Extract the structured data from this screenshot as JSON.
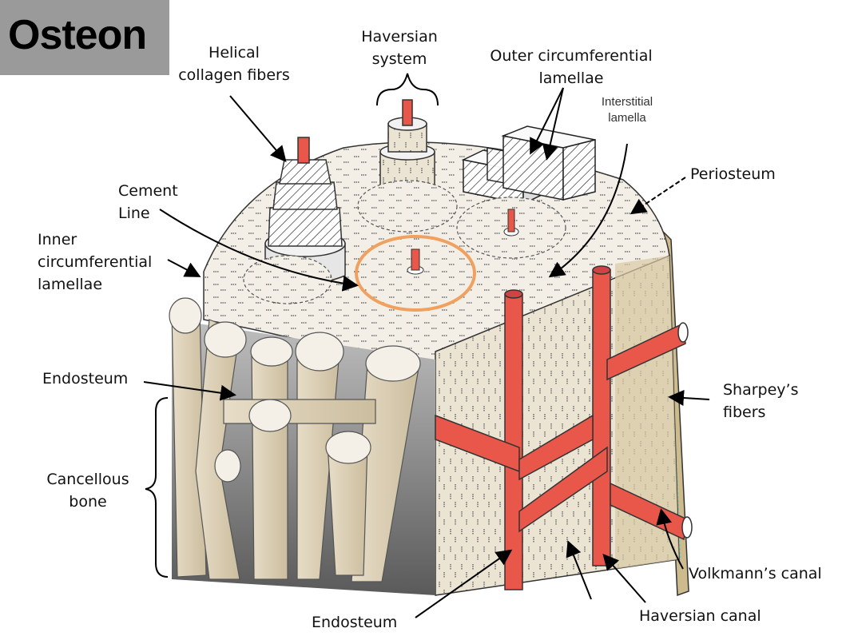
{
  "title": "Osteon",
  "labels": {
    "helical": "Helical\ncollagen fibers",
    "haversian_system": "Haversian\nsystem",
    "outer_circ": "Outer circumferential\nlamellae",
    "interstitial": "Interstitial\nlamella",
    "periosteum": "Periosteum",
    "cement": "Cement\nLine",
    "inner_circ": "Inner\ncircumferential\nlamellae",
    "endosteum_top": "Endosteum",
    "cancellous": "Cancellous\nbone",
    "sharpeys": "Sharpey’s\nfibers",
    "volkmanns": "Volkmann’s canal",
    "haversian_canal": "Haversian canal",
    "endosteum_bottom": "Endosteum"
  },
  "colors": {
    "vessel": "#e8574a",
    "bone": "#d9cdb4",
    "cement_ring": "#f0a15f",
    "periosteum": "#cdbb8e",
    "sharpey": "#6fc7c0",
    "title_bg": "#9a9a9a"
  }
}
